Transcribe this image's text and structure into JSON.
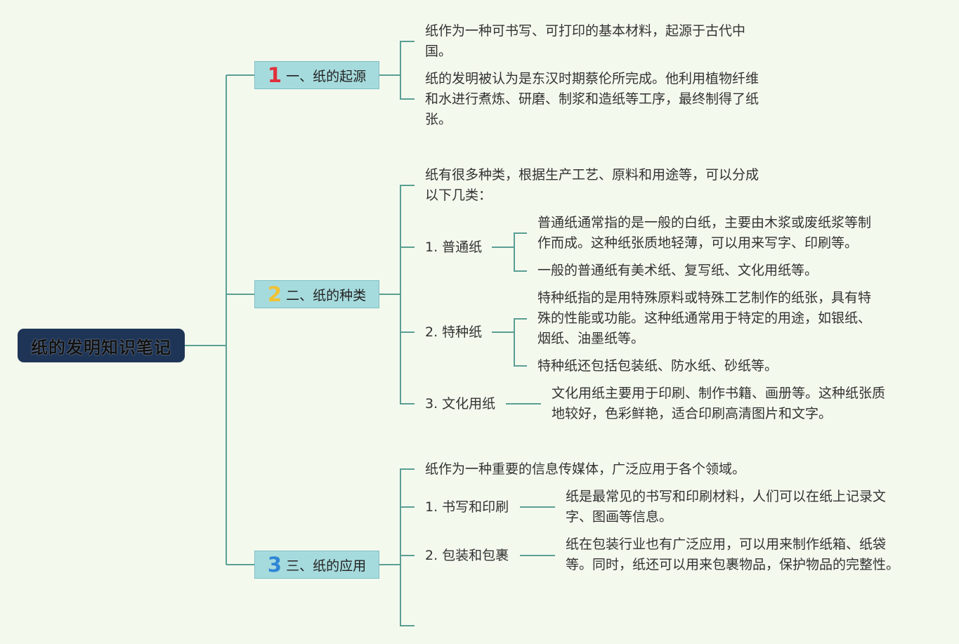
{
  "root": {
    "title": "纸的发明知识笔记"
  },
  "branches": [
    {
      "num": "1",
      "num_color": "#e0303b",
      "label": "一、纸的起源",
      "texts": [
        "纸作为一种可书写、可打印的基本材料，起源于古代中\n国。",
        "纸的发明被认为是东汉时期蔡伦所完成。他利用植物纤维\n和水进行煮炼、研磨、制浆和造纸等工序，最终制得了纸\n张。"
      ]
    },
    {
      "num": "2",
      "num_color": "#f1c232",
      "label": "二、纸的种类",
      "intro": "纸有很多种类，根据生产工艺、原料和用途等，可以分成\n以下几类：",
      "subs": [
        {
          "label": "1. 普通纸",
          "texts": [
            "普通纸通常指的是一般的白纸，主要由木浆或废纸浆等制\n作而成。这种纸张质地轻薄，可以用来写字、印刷等。",
            "一般的普通纸有美术纸、复写纸、文化用纸等。"
          ]
        },
        {
          "label": "2. 特种纸",
          "texts": [
            "特种纸指的是用特殊原料或特殊工艺制作的纸张，具有特\n殊的性能或功能。这种纸通常用于特定的用途，如银纸、\n烟纸、油墨纸等。",
            "特种纸还包括包装纸、防水纸、砂纸等。"
          ]
        },
        {
          "label": "3. 文化用纸",
          "texts": [
            "文化用纸主要用于印刷、制作书籍、画册等。这种纸张质\n地较好，色彩鲜艳，适合印刷高清图片和文字。"
          ]
        }
      ]
    },
    {
      "num": "3",
      "num_color": "#2f86d6",
      "label": "三、纸的应用",
      "intro": "纸作为一种重要的信息传媒体，广泛应用于各个领域。",
      "subs": [
        {
          "label": "1. 书写和印刷",
          "texts": [
            "纸是最常见的书写和印刷材料，人们可以在纸上记录文\n字、图画等信息。"
          ]
        },
        {
          "label": "2. 包装和包裹",
          "texts": [
            "纸在包装行业也有广泛应用，可以用来制作纸箱、纸袋\n等。同时，纸还可以用来包裹物品，保护物品的完整性。"
          ]
        }
      ]
    }
  ],
  "colors": {
    "line": "#5a9f93",
    "root_bg": "#1e3557",
    "branch_bg": "#a6dbdd",
    "background": "#f4f9ee"
  }
}
